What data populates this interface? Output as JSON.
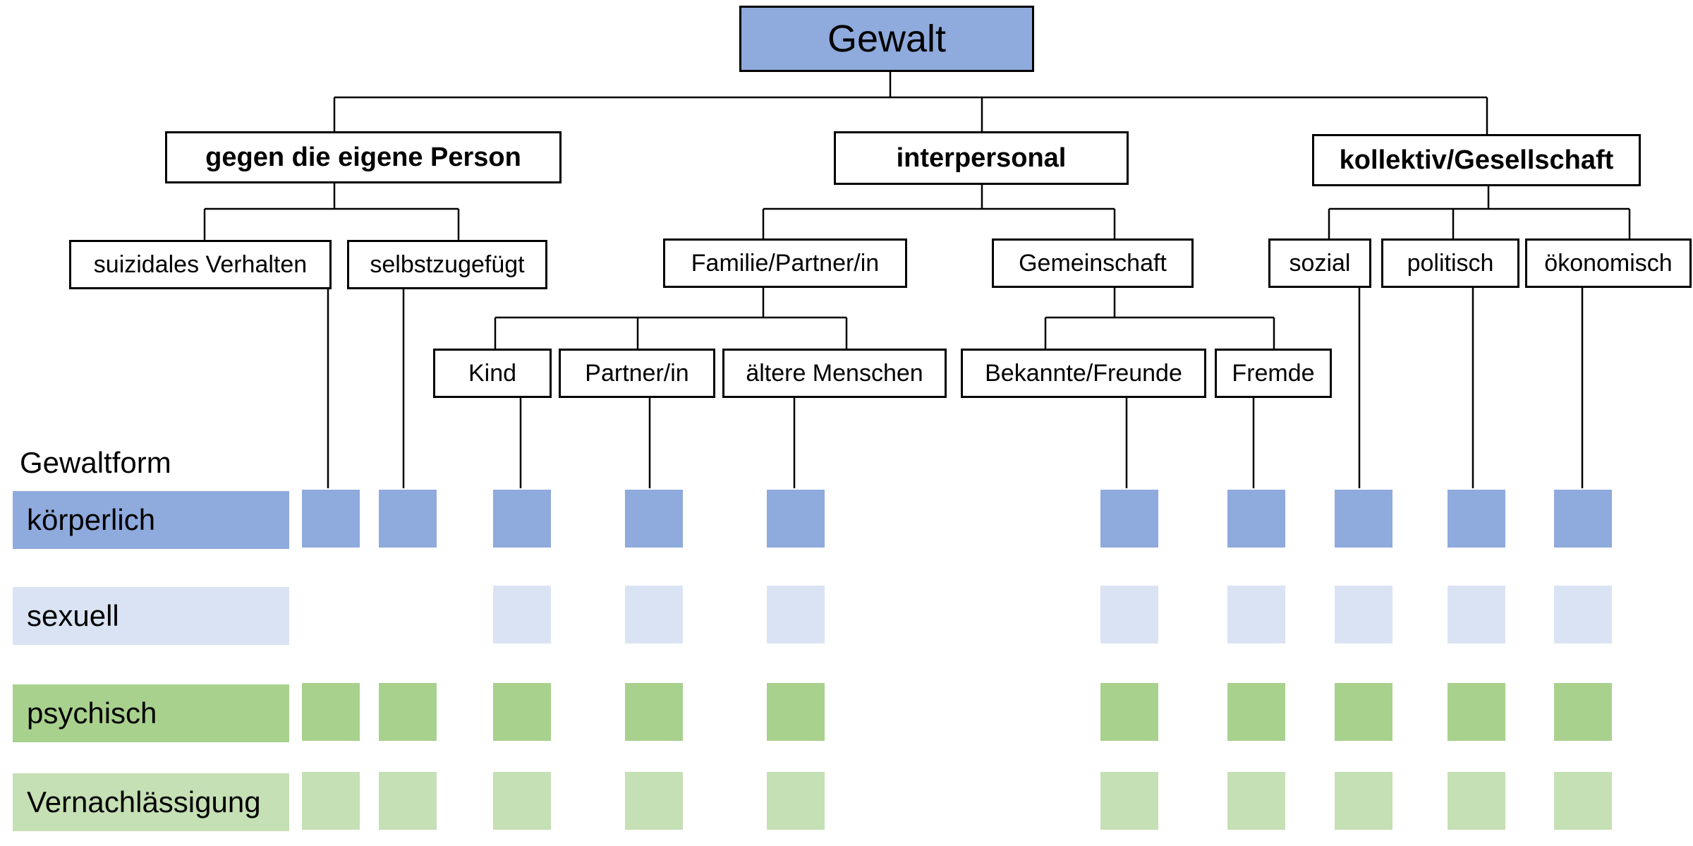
{
  "root": "Gewalt",
  "categories": {
    "self": "gegen die eigene Person",
    "interpersonal": "interpersonal",
    "collective": "kollektiv/Gesellschaft"
  },
  "subcategories": {
    "suicidal": "suizidales Verhalten",
    "selfinflicted": "selbstzugefügt",
    "family": "Familie/Partner/in",
    "community": "Gemeinschaft",
    "social": "sozial",
    "political": "politisch",
    "economic": "ökonomisch"
  },
  "groups": {
    "child": "Kind",
    "partner": "Partner/in",
    "elderly": "ältere Menschen",
    "acquaintances": "Bekannte/Freunde",
    "strangers": "Fremde"
  },
  "forms_heading": "Gewaltform",
  "forms": [
    {
      "key": "physical",
      "label": "körperlich",
      "color": "#8faadc",
      "applies_to": [
        "suicidal",
        "selfinflicted",
        "child",
        "partner",
        "elderly",
        "acquaintances",
        "strangers",
        "social",
        "political",
        "economic"
      ]
    },
    {
      "key": "sexual",
      "label": "sexuell",
      "color": "#dae3f3",
      "applies_to": [
        "child",
        "partner",
        "elderly",
        "acquaintances",
        "strangers",
        "social",
        "political",
        "economic"
      ]
    },
    {
      "key": "psychological",
      "label": "psychisch",
      "color": "#a9d18e",
      "applies_to": [
        "suicidal",
        "selfinflicted",
        "child",
        "partner",
        "elderly",
        "acquaintances",
        "strangers",
        "social",
        "political",
        "economic"
      ]
    },
    {
      "key": "neglect",
      "label": "Vernachlässigung",
      "color": "#c5e0b4",
      "applies_to": [
        "suicidal",
        "selfinflicted",
        "child",
        "partner",
        "elderly",
        "acquaintances",
        "strangers",
        "social",
        "political",
        "economic"
      ]
    }
  ]
}
